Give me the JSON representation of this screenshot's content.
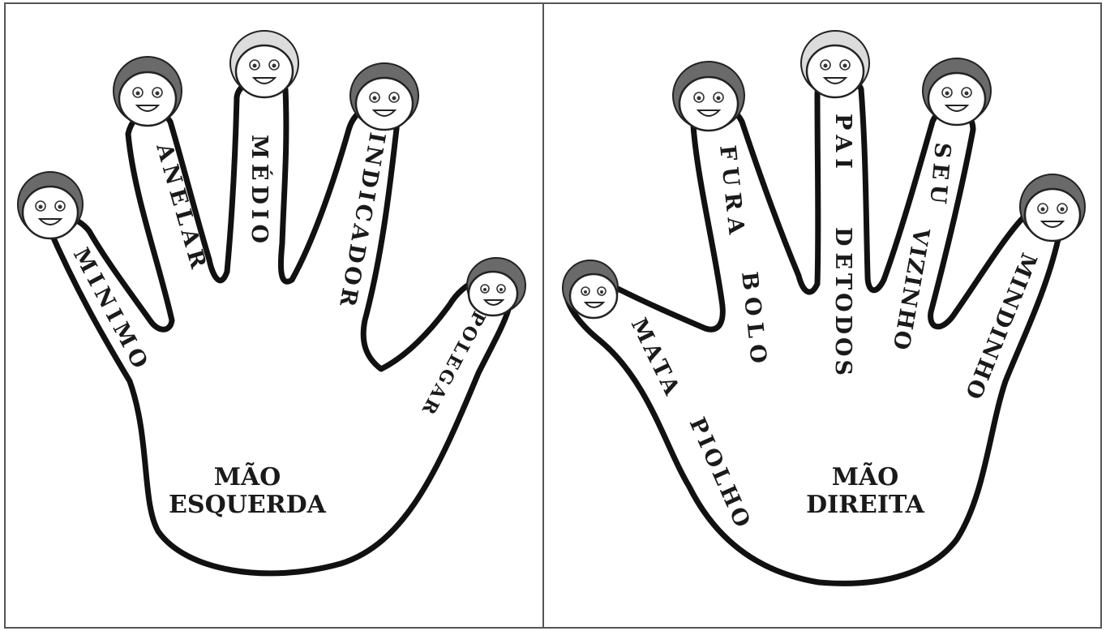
{
  "left_hand": {
    "title_line1": "MÃO",
    "title_line2": "ESQUERDA",
    "fingers": {
      "minimo": "MINIMO",
      "anelar": "ANELAR",
      "medio": "MÉDIO",
      "indicador": "INDICADOR",
      "polegar": "POLEGAR"
    }
  },
  "right_hand": {
    "title_line1": "MÃO",
    "title_line2": "DIREITA",
    "fingers": {
      "polegar_a": "MATA",
      "polegar_b": "PIOLHO",
      "indicador_a": "FURA",
      "indicador_b": "BOLO",
      "medio_a": "PAI",
      "medio_b": "DE",
      "medio_c": "TODOS",
      "anelar_a": "SEU",
      "anelar_b": "VIZINHO",
      "minimo": "MINDINHO"
    }
  }
}
